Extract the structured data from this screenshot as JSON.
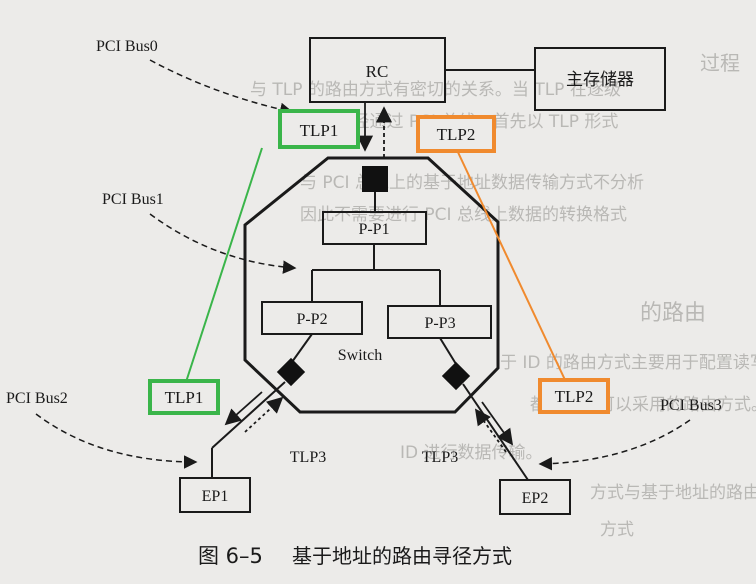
{
  "background_text": {
    "top_right": "过程",
    "line1": "与 TLP 的路由方式有密切的关系。当 TLP 在逐级",
    "line2": "TLP 路径通过 PCI 总线，首先以 TLP 形式",
    "line3": "与 PCI 总线上的基于地址数据传输方式不分析",
    "line4": "因此不需要进行 PCI 总线上数据的转换格式",
    "line5": "的路由",
    "line6": "于 ID 的路由方式主要用于配置读写请求 TLP、Cpl",
    "line7": "都需要也可以采用的路由方式。",
    "line8": "ID 进行数据传输。",
    "line9": "方式与基于地址的路由方式有较大的不同。基于 ID 路",
    "line10": "方式"
  },
  "nodes": {
    "rc": "RC",
    "main_memory": "主存储器",
    "pp1": "P-P1",
    "pp2": "P-P2",
    "pp3": "P-P3",
    "switch": "Switch",
    "ep1": "EP1",
    "ep2": "EP2"
  },
  "bus_labels": {
    "bus0": "PCI Bus0",
    "bus1": "PCI Bus1",
    "bus2": "PCI Bus2",
    "bus3": "PCI Bus3"
  },
  "tlp_labels": {
    "tlp1_top": "TLP1",
    "tlp2_top": "TLP2",
    "tlp1_bottom": "TLP1",
    "tlp2_bottom": "TLP2",
    "tlp3_left": "TLP3",
    "tlp3_right": "TLP3"
  },
  "caption": {
    "number": "图 6–5",
    "text": "基于地址的路由寻径方式"
  },
  "colors": {
    "green": "#3ab54a",
    "orange": "#f08a2e",
    "ink": "#1a1a1a",
    "paper": "#ecebe9"
  }
}
